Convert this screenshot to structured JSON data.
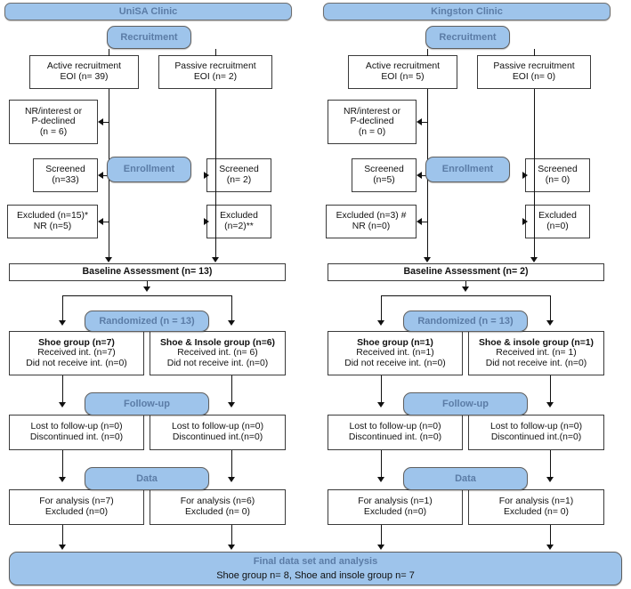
{
  "diagram": {
    "title": "CONSORT participant flow diagram",
    "colors": {
      "pill_fill": "#9EC4EB",
      "pill_text": "#5B7CA6",
      "box_border": "#3a3a3a",
      "box_fill": "#FFFFFF",
      "connector": "#111111"
    }
  },
  "clinics": [
    {
      "id": "unisa",
      "title": "UniSA Clinic",
      "stages": {
        "recruitment": "Recruitment",
        "enrollment": "Enrollment",
        "randomized": "Randomized (n = 13)",
        "followup": "Follow-up",
        "data": "Data"
      },
      "active_recruitment": {
        "line1": "Active recruitment",
        "line2": "EOI (n= 39)"
      },
      "passive_recruitment": {
        "line1": "Passive recruitment",
        "line2": "EOI (n= 2)"
      },
      "nr_declined": {
        "line1": "NR/interest or",
        "line2": "P-declined",
        "line3": "(n = 6)"
      },
      "screened_left": {
        "line1": "Screened",
        "line2": "(n=33)"
      },
      "screened_right": {
        "line1": "Screened",
        "line2": "(n= 2)"
      },
      "excluded_left": {
        "line1": "Excluded (n=15)*",
        "line2": "NR (n=5)"
      },
      "excluded_right": {
        "line1": "Excluded",
        "line2": "(n=2)**"
      },
      "baseline": "Baseline Assessment (n= 13)",
      "arm_left": {
        "line1": "Shoe group (n=7)",
        "line2": "Received int. (n=7)",
        "line3": "Did not receive int. (n=0)"
      },
      "arm_right": {
        "line1": "Shoe & Insole group (n=6)",
        "line2": "Received int. (n= 6)",
        "line3": "Did not receive int. (n=0)"
      },
      "followup_left": {
        "line1": "Lost to follow-up (n=0)",
        "line2": "Discontinued int. (n=0)"
      },
      "followup_right": {
        "line1": "Lost to follow-up (n=0)",
        "line2": "Discontinued int.(n=0)"
      },
      "data_left": {
        "line1": "For analysis  (n=7)",
        "line2": "Excluded (n=0)"
      },
      "data_right": {
        "line1": "For analysis  (n=6)",
        "line2": "Excluded (n= 0)"
      }
    },
    {
      "id": "kingston",
      "title": "Kingston Clinic",
      "stages": {
        "recruitment": "Recruitment",
        "enrollment": "Enrollment",
        "randomized": "Randomized (n = 13)",
        "followup": "Follow-up",
        "data": "Data"
      },
      "active_recruitment": {
        "line1": "Active recruitment",
        "line2": "EOI (n= 5)"
      },
      "passive_recruitment": {
        "line1": "Passive recruitment",
        "line2": "EOI (n= 0)"
      },
      "nr_declined": {
        "line1": "NR/interest or",
        "line2": "P-declined",
        "line3": "(n = 0)"
      },
      "screened_left": {
        "line1": "Screened",
        "line2": "(n=5)"
      },
      "screened_right": {
        "line1": "Screened",
        "line2": "(n= 0)"
      },
      "excluded_left": {
        "line1": "Excluded (n=3) #",
        "line2": "NR (n=0)"
      },
      "excluded_right": {
        "line1": "Excluded",
        "line2": "(n=0)"
      },
      "baseline": "Baseline Assessment (n= 2)",
      "arm_left": {
        "line1": "Shoe group (n=1)",
        "line2": "Received int. (n=1)",
        "line3": "Did not receive int. (n=0)"
      },
      "arm_right": {
        "line1": "Shoe & insole group (n=1)",
        "line2": "Received int. (n= 1)",
        "line3": "Did not receive int. (n=0)"
      },
      "followup_left": {
        "line1": "Lost to follow-up (n=0)",
        "line2": "Discontinued int. (n=0)"
      },
      "followup_right": {
        "line1": "Lost to follow-up (n=0)",
        "line2": "Discontinued int.(n=0)"
      },
      "data_left": {
        "line1": "For analysis  (n=1)",
        "line2": "Excluded (n=0)"
      },
      "data_right": {
        "line1": "For analysis  (n=1)",
        "line2": "Excluded (n= 0)"
      }
    }
  ],
  "final": {
    "title": "Final data set and analysis",
    "detail": "Shoe group n= 8, Shoe and insole group n= 7"
  }
}
